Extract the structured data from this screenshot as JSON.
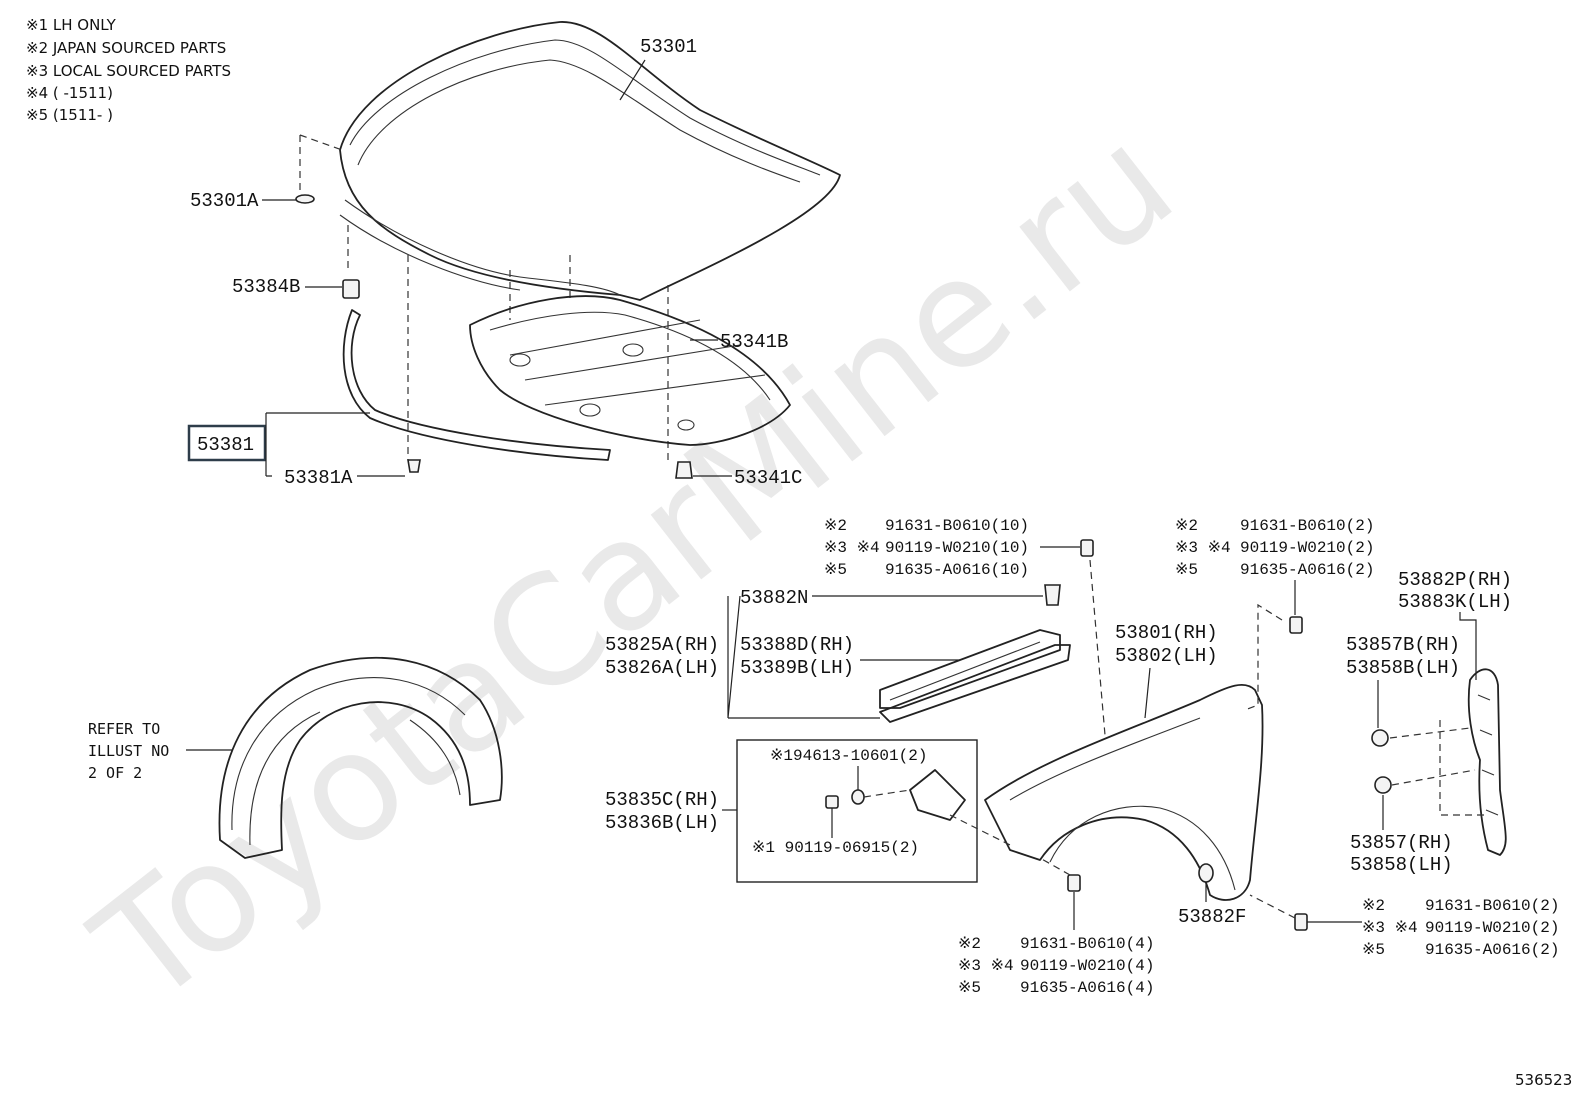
{
  "notes": [
    "※1 LH ONLY",
    "※2 JAPAN SOURCED PARTS",
    "※3 LOCAL SOURCED PARTS",
    "※4 (    -1511)",
    "※5 (1511-    )"
  ],
  "watermark": "ToyotaCarMine.ru",
  "parts": {
    "hood": "53301",
    "hood_label": "53301A",
    "hood_cushion": "53384B",
    "hood_insulator": "53341B",
    "seal_assy": "53381",
    "seal_clip": "53381A",
    "insulator_clip": "53341C",
    "fender_clip": "53882N",
    "panel_rh": "53825A(RH)",
    "panel_lh": "53826A(LH)",
    "seal_rh": "53388D(RH)",
    "seal_lh": "53389B(LH)",
    "fender_rh": "53801(RH)",
    "fender_lh": "53802(LH)",
    "bracket_rh": "53835C(RH)",
    "bracket_lh": "53836B(LH)",
    "bracket_nut": "※194613-10601(2)",
    "bracket_bolt": "※1 90119-06915(2)",
    "liner_seal_p": "53882P(RH)",
    "liner_seal_k": "53883K(LH)",
    "spacer_rh": "53857B(RH)",
    "spacer_lh": "53858B(LH)",
    "side_rh": "53857(RH)",
    "side_lh": "53858(LH)",
    "fender_plug": "53882F",
    "refer_line1": "REFER TO",
    "refer_line2": "ILLUST NO",
    "refer_line3": "2 OF 2"
  },
  "bolt_groups": {
    "top_center": [
      "※2",
      "91631-B0610(10)",
      "※3 ※4",
      "90119-W0210(10)",
      "※5",
      "91635-A0616(10)"
    ],
    "top_right": [
      "※2",
      "91631-B0610(2)",
      "※3 ※4",
      "90119-W0210(2)",
      "※5",
      "91635-A0616(2)"
    ],
    "bottom_center": [
      "※2",
      "91631-B0610(4)",
      "※3 ※4",
      "90119-W0210(4)",
      "※5",
      "91635-A0616(4)"
    ],
    "bottom_right": [
      "※2",
      "91631-B0610(2)",
      "※3 ※4",
      "90119-W0210(2)",
      "※5",
      "91635-A0616(2)"
    ]
  },
  "figure_id": "536523"
}
